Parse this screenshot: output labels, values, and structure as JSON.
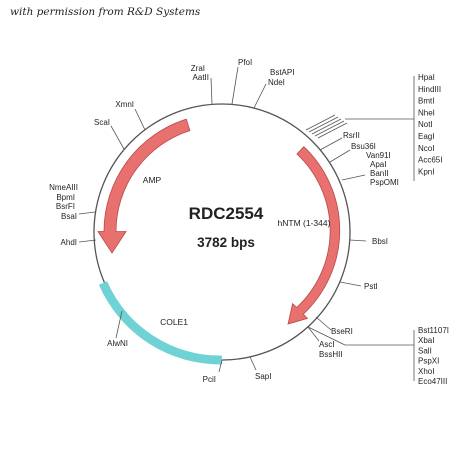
{
  "caption": "with permission from R&D Systems",
  "plasmid": {
    "name": "RDC2554",
    "size": "3782 bps"
  },
  "features": {
    "amp": "AMP",
    "hntm": "hNTM (1-344)",
    "cole1": "COLE1"
  },
  "sites": {
    "zral": "ZraI",
    "aatii": "AatII",
    "pfoi": "PfoI",
    "bstapi": "BstAPI",
    "ndei": "NdeI",
    "xmni": "XmnI",
    "scai": "ScaI",
    "nmeaiii": "NmeAIII",
    "bpmi": "BpmI",
    "bsrfi": "BsrFI",
    "bsai": "BsaI",
    "ahdi": "AhdI",
    "alwni": "AlwNI",
    "pcii": "PciI",
    "sapi": "SapI",
    "rsrii": "RsrII",
    "bsu36i": "Bsu36I",
    "van91i": "Van91I",
    "apai": "ApaI",
    "banii": "BanII",
    "pspomi": "PspOMI",
    "bbsi": "BbsI",
    "psti": "PstI",
    "bseri": "BseRI",
    "asci": "AscI",
    "bsshii": "BssHII"
  },
  "group_top": [
    "HpaI",
    "HindIII",
    "BmtI",
    "NheI",
    "NotI",
    "EagI",
    "NcoI",
    "Acc65I",
    "KpnI"
  ],
  "group_bottom": [
    "Bst1107I",
    "XbaI",
    "SalI",
    "PspXI",
    "XhoI",
    "Eco47III"
  ],
  "colors": {
    "arrow_fill": "#e8706f",
    "arrow_stroke": "#b84a48",
    "cole1": "#6fd3d6",
    "backbone": "#555555"
  }
}
